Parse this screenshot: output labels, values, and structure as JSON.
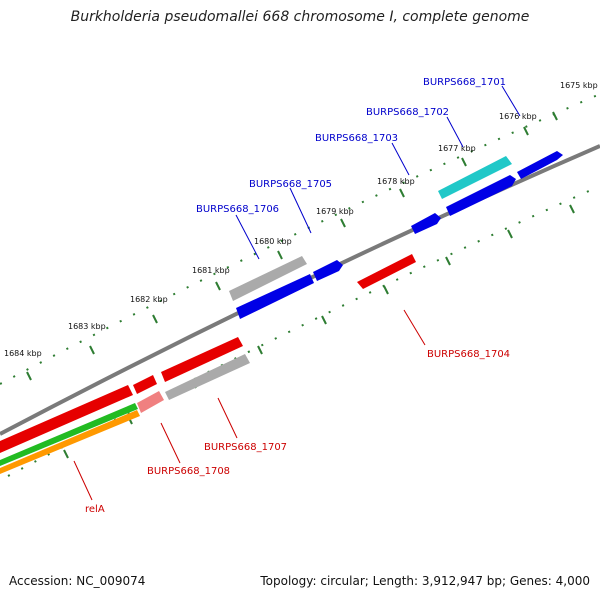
{
  "title": "Burkholderia pseudomallei 668 chromosome I, complete genome",
  "footer": {
    "accession": "Accession: NC_009074",
    "summary": "Topology: circular; Length: 3,912,947 bp; Genes: 4,000"
  },
  "colors": {
    "backbone": "#808080",
    "tick": "#2e7d32",
    "forward_label": "#0000cc",
    "reverse_label": "#cc0000"
  },
  "ticks": [
    "1675 kbp",
    "1676 kbp",
    "1677 kbp",
    "1678 kbp",
    "1679 kbp",
    "1680 kbp",
    "1681 kbp",
    "1682 kbp",
    "1683 kbp",
    "1684 kbp"
  ],
  "genes": [
    {
      "label": "BURPS668_1701",
      "strand": "forward",
      "color": "#0000e6"
    },
    {
      "label": "BURPS668_1702",
      "strand": "forward",
      "color": "#20c8c8"
    },
    {
      "label": "BURPS668_1703",
      "strand": "forward",
      "color": "#0000e6"
    },
    {
      "label": "BURPS668_1705",
      "strand": "forward",
      "color": "#0000e6"
    },
    {
      "label": "BURPS668_1706",
      "strand": "forward",
      "color": "#aaaaaa"
    },
    {
      "label": "BURPS668_1704",
      "strand": "reverse",
      "color": "#e60000"
    },
    {
      "label": "BURPS668_1707",
      "strand": "reverse",
      "color": "#aaaaaa"
    },
    {
      "label": "BURPS668_1708",
      "strand": "reverse",
      "color": "#f08080"
    },
    {
      "label": "relA",
      "strand": "reverse",
      "color": "#e60000"
    }
  ]
}
